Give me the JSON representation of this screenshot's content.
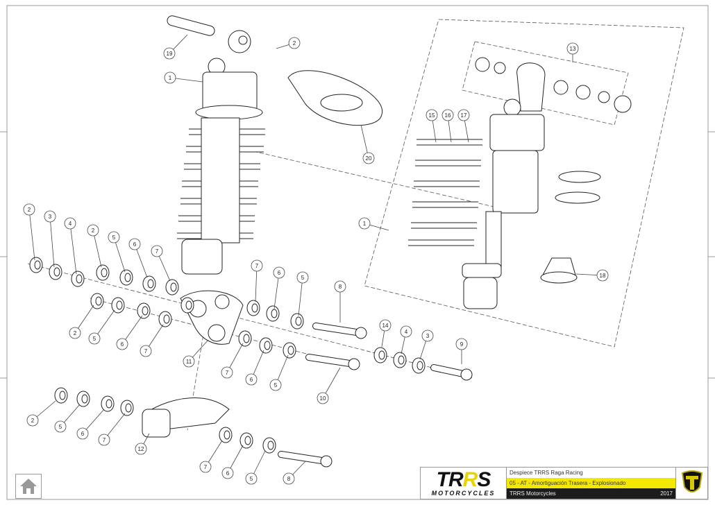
{
  "title_block": {
    "logo_text": "TRRS",
    "logo_subtext": "MOTORCYCLES",
    "line1": "Despiece TRRS Raga Racing",
    "line2": "05 - AT - Amortiguación Trasera - Explosionado",
    "company": "TRRS Motorcycles",
    "year": "2017"
  },
  "colors": {
    "accent": "#f5e800",
    "dark": "#1c1c1c",
    "line": "#333333"
  },
  "home_button": {
    "icon": "home-icon"
  },
  "callouts": [
    "19",
    "2",
    "1",
    "20",
    "13",
    "15",
    "16",
    "17",
    "1",
    "18",
    "2",
    "3",
    "4",
    "2",
    "5",
    "6",
    "7",
    "7",
    "6",
    "5",
    "8",
    "14",
    "4",
    "3",
    "9",
    "2",
    "5",
    "6",
    "7",
    "11",
    "7",
    "6",
    "5",
    "10",
    "2",
    "5",
    "6",
    "7",
    "12",
    "7",
    "6",
    "5",
    "8"
  ]
}
